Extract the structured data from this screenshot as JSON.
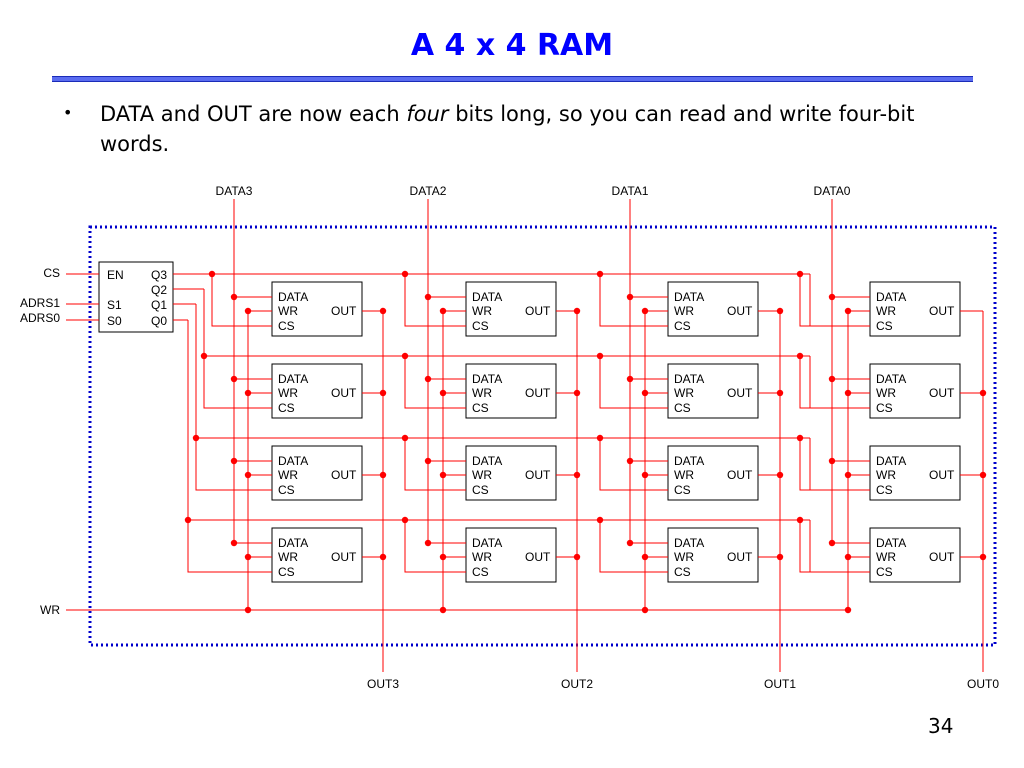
{
  "slide": {
    "title": "A 4 x 4 RAM",
    "bullet_symbol": "•",
    "bullet_pre": "DATA and OUT are now each ",
    "bullet_em": "four",
    "bullet_post": " bits long, so you can read and write four-bit words.",
    "page_number": "34"
  },
  "diagram": {
    "colors": {
      "wire": "#ff0000",
      "frame": "#0000cc",
      "box": "#000000",
      "title": "#0000ff"
    },
    "data_inputs": [
      "DATA3",
      "DATA2",
      "DATA1",
      "DATA0"
    ],
    "outputs": [
      "OUT3",
      "OUT2",
      "OUT1",
      "OUT0"
    ],
    "left_inputs": {
      "cs": "CS",
      "adrs1": "ADRS1",
      "adrs0": "ADRS0",
      "wr": "WR"
    },
    "decoder": {
      "en": "EN",
      "s1": "S1",
      "s0": "S0",
      "q3": "Q3",
      "q2": "Q2",
      "q1": "Q1",
      "q0": "Q0"
    },
    "cell": {
      "data": "DATA",
      "wr": "WR",
      "cs": "CS",
      "out": "OUT"
    }
  }
}
